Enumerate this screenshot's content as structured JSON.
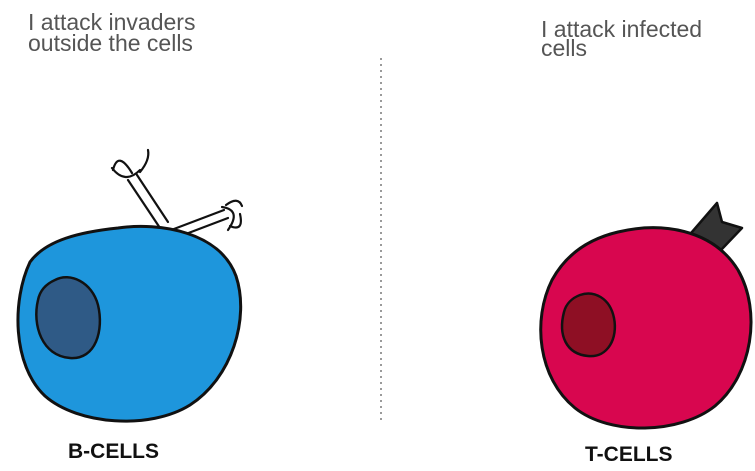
{
  "left_panel": {
    "caption_lines": [
      "I attack invaders",
      "outside the cells"
    ],
    "label": "B-CELLS",
    "cell_color": "#1E96DC",
    "nucleus_color": "#2F5A86"
  },
  "right_panel": {
    "caption_lines": [
      "I attack infected",
      "cells"
    ],
    "label": "T-CELLS",
    "cell_color": "#D8064F",
    "nucleus_color": "#8E0F24"
  },
  "colors": {
    "outline": "#111111",
    "receptor": "#333333",
    "divider": "#9A9A9A",
    "caption_text": "#555555"
  }
}
